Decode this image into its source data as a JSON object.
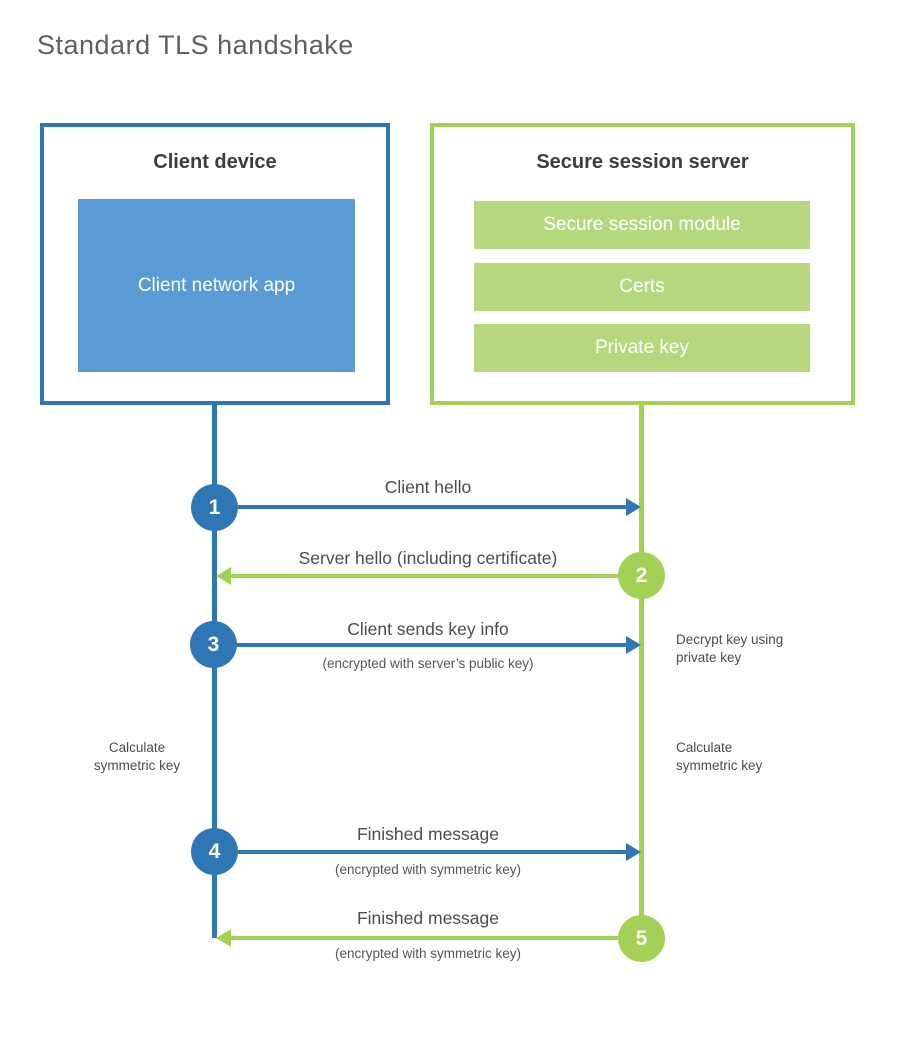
{
  "title": "Standard TLS handshake",
  "colors": {
    "blue": "#2f76b5",
    "blue_fill": "#5b9bd5",
    "green": "#a3d155",
    "green_fill": "#b5d87f",
    "heading_text": "#3d3d3d",
    "label_text": "#4c4c4c"
  },
  "client": {
    "title": "Client device",
    "app_label": "Client network app"
  },
  "server": {
    "title": "Secure session server",
    "modules": [
      "Secure session module",
      "Certs",
      "Private key"
    ]
  },
  "steps": [
    {
      "num": "1",
      "label": "Client hello",
      "sublabel": "",
      "direction": "client-to-server",
      "color": "blue"
    },
    {
      "num": "2",
      "label": "Server hello (including certificate)",
      "sublabel": "",
      "direction": "server-to-client",
      "color": "green"
    },
    {
      "num": "3",
      "label": "Client sends key info",
      "sublabel": "(encrypted with server’s public key)",
      "direction": "client-to-server",
      "color": "blue"
    },
    {
      "num": "4",
      "label": "Finished message",
      "sublabel": "(encrypted with symmetric key)",
      "direction": "client-to-server",
      "color": "blue"
    },
    {
      "num": "5",
      "label": "Finished message",
      "sublabel": "(encrypted with symmetric key)",
      "direction": "server-to-client",
      "color": "green"
    }
  ],
  "notes": {
    "decrypt": "Decrypt key using private key",
    "calculate_left": "Calculate symmetric key",
    "calculate_right": "Calculate symmetric key"
  }
}
